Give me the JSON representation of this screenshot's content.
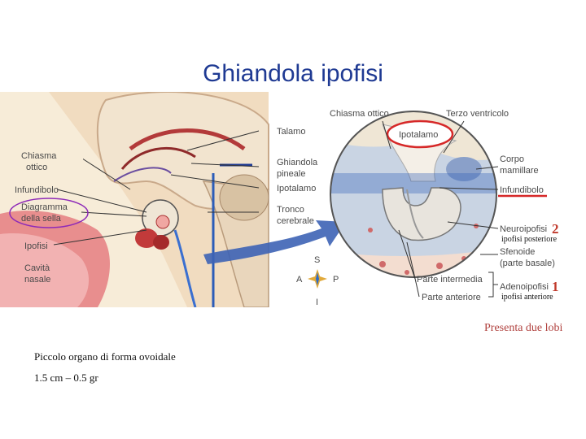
{
  "title": "Ghiandola ipofisi",
  "figure": {
    "left_labels": {
      "chiasma": [
        "Chiasma",
        "ottico"
      ],
      "infundibolo": "Infundibolo",
      "diagramma": [
        "Diagramma",
        "della sella"
      ],
      "ipofisi": "Ipofisi",
      "cavita": [
        "Cavità",
        "nasale"
      ]
    },
    "mid_labels": {
      "talamo": "Talamo",
      "ghiandola": [
        "Ghiandola",
        "pineale"
      ],
      "ipotalamo": "Ipotalamo",
      "tronco": [
        "Tronco",
        "cerebrale"
      ]
    },
    "compass": {
      "s": "S",
      "a": "A",
      "p": "P",
      "i": "I"
    },
    "zoom_labels": {
      "chiasma_ottico": "Chiasma ottico",
      "terzo_ventricolo": "Terzo ventricolo",
      "ipotalamo": "Ipotalamo",
      "corpo": [
        "Corpo",
        "mamillare"
      ],
      "infundibolo": "Infundibolo",
      "neuroipofisi": "Neuroipofisi",
      "neuro_num": "2",
      "neuro_note": "ipofisi posteriore",
      "sfenoide": [
        "Sfenoide",
        "(parte basale)"
      ],
      "parte_intermedia": "Parte intermedia",
      "parte_anteriore": "Parte anteriore",
      "adenoipofisi": "Adenoipofisi",
      "adeno_num": "1",
      "adeno_note": "ipofisi anteriore"
    }
  },
  "lobi_text": "Presenta due lobi",
  "desc_line1": "Piccolo organo di forma ovoidale",
  "desc_line2": "1.5 cm – 0.5 gr",
  "colors": {
    "title": "#1f3a93",
    "highlight": "#d62828",
    "accent_note": "#b0413e"
  }
}
